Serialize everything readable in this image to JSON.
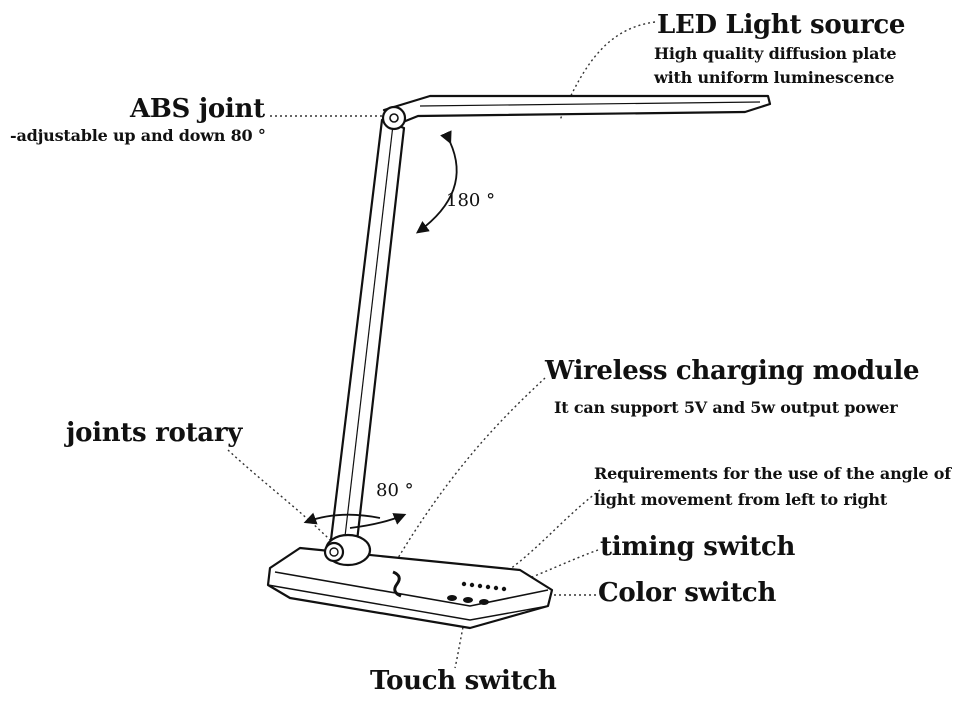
{
  "labels": {
    "led_title": "LED Light source",
    "led_desc_1": "High quality diffusion plate",
    "led_desc_2": "with uniform luminescence",
    "abs_title": "ABS joint",
    "abs_desc": "-adjustable up and down 80 °",
    "angle_180": "180 °",
    "wireless_title": "Wireless charging module",
    "wireless_desc": "It can support 5V and 5w output power",
    "joints_rotary": "joints  rotary",
    "angle_80": "80 °",
    "requirements_1": "Requirements for the use of the angle of",
    "requirements_2": "light movement from left to right",
    "timing_switch": "timing switch",
    "color_switch": "Color switch",
    "touch_switch": "Touch switch"
  },
  "colors": {
    "line": "#111111",
    "leader": "#333333",
    "background": "#ffffff"
  },
  "icons": {
    "base_logo": "wireless-charging-logo"
  }
}
